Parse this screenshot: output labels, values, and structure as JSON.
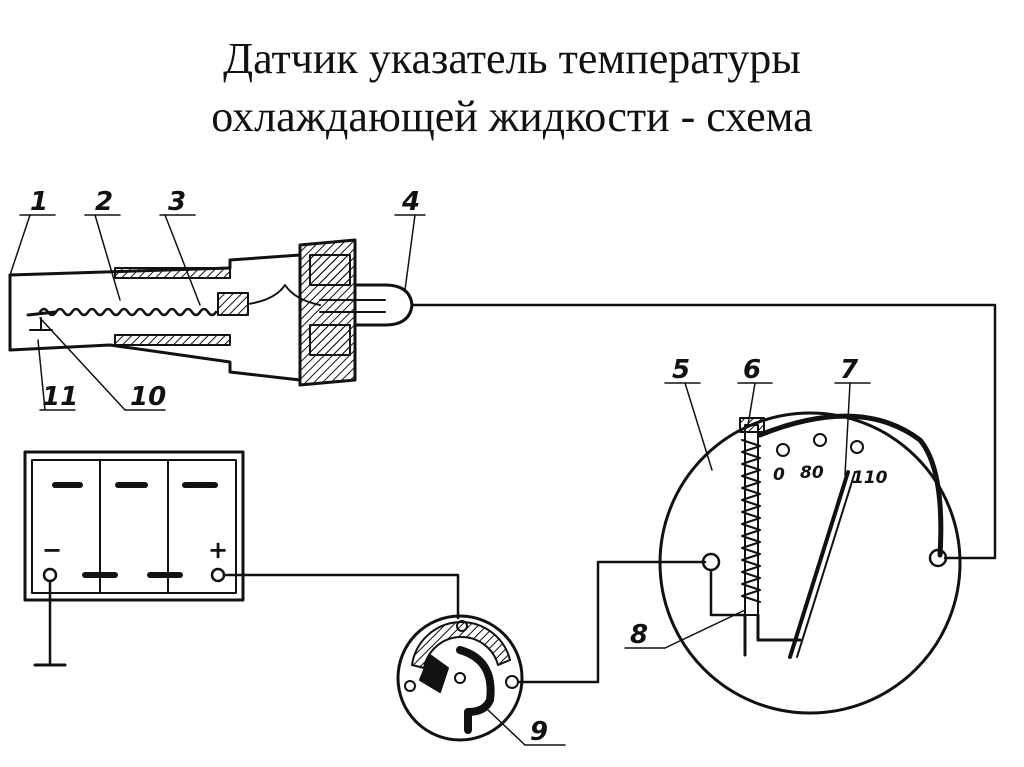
{
  "title": {
    "line1": "Датчик указатель температуры",
    "line2": "охлаждающей жидкости - схема"
  },
  "labels": {
    "l1": "1",
    "l2": "2",
    "l3": "3",
    "l4": "4",
    "l5": "5",
    "l6": "6",
    "l7": "7",
    "l8": "8",
    "l9": "9",
    "l10": "10",
    "l11": "11"
  },
  "gauge_scale": {
    "s0": "0",
    "s80": "80",
    "s110": "110"
  },
  "battery": {
    "minus": "−",
    "plus": "+"
  }
}
